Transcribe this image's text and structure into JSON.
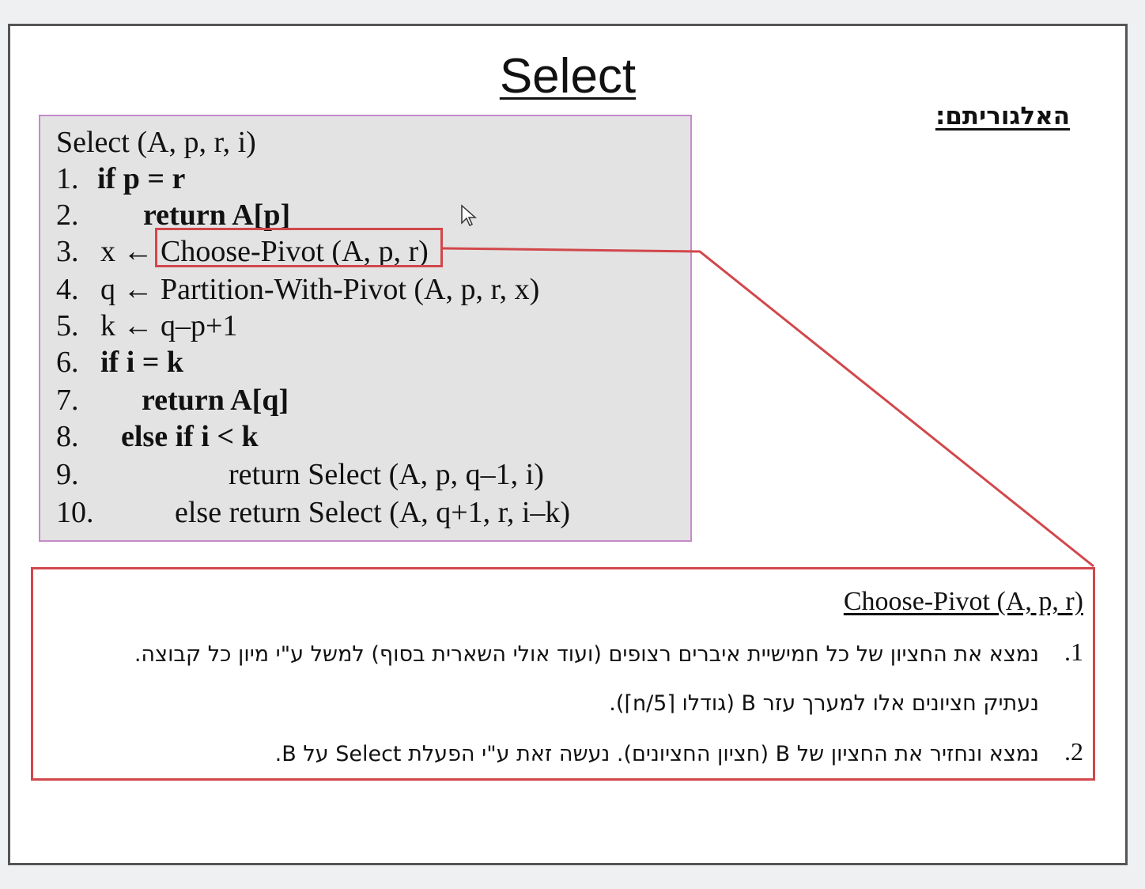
{
  "slide": {
    "title": "Select",
    "algorithm_label": "האלגוריתם:"
  },
  "algorithm": {
    "header": "Select (A, p, r, i)",
    "lines": [
      {
        "num": "1.",
        "text": "if  p = r"
      },
      {
        "num": "2.",
        "text": "return A[p]"
      },
      {
        "num": "3.",
        "text": "x ← Choose-Pivot (A, p, r)"
      },
      {
        "num": "4.",
        "text": "q ← Partition-With-Pivot (A, p, r, x)"
      },
      {
        "num": "5.",
        "text": "k ← q–p+1"
      },
      {
        "num": "6.",
        "text": "if i = k"
      },
      {
        "num": "7.",
        "text": "return  A[q]"
      },
      {
        "num": "8.",
        "text": "else if  i < k"
      },
      {
        "num": "9.",
        "text": "return  Select (A, p, q–1, i)"
      },
      {
        "num": "10.",
        "text": "else return  Select (A, q+1, r, i–k)"
      }
    ]
  },
  "choose_pivot": {
    "title": "Choose-Pivot (A, p, r)",
    "steps": [
      {
        "num": ".1",
        "text": "נמצא את החציון של כל חמישיית איברים רצופים (ועוד אולי השארית בסוף) למשל ע\"י מיון כל קבוצה."
      },
      {
        "num": "",
        "text": "נעתיק חציונים אלו למערך עזר B (גודלו ⌈n/5⌉)."
      },
      {
        "num": ".2",
        "text": "נמצא ונחזיר את החציון של B (חציון החציונים). נעשה זאת ע\"י הפעלת Select על B."
      }
    ]
  },
  "colors": {
    "highlight": "#d2474b",
    "code_box_bg": "#e3e3e3",
    "code_box_border": "#c58bc9"
  }
}
